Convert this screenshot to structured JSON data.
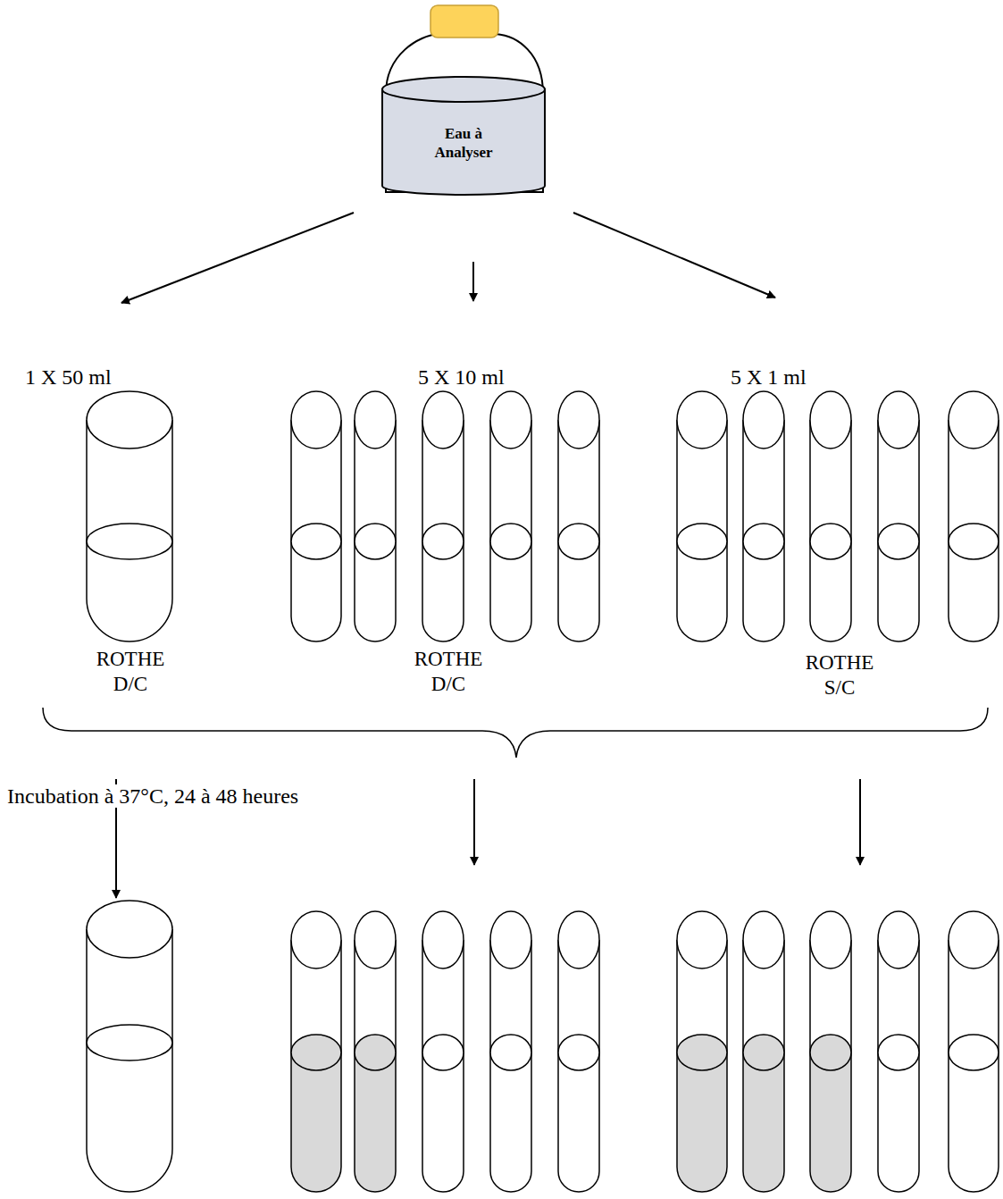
{
  "diagram": {
    "nodes": [
      {
        "text": [
          "Eau à Analyser"
        ]
      }
    ],
    "labels": [
      "1 X 50 ml",
      "5 X 10 ml",
      "5 X 1 ml",
      "ROTHE D/C",
      "ROTHE D/C",
      "ROTHE S/C",
      "Incubation à 37°C, 24 à 48 heures"
    ]
  }
}
